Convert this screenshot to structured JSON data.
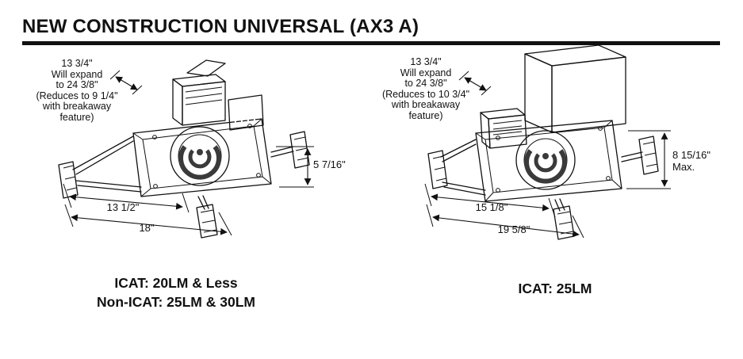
{
  "title": "NEW CONSTRUCTION UNIVERSAL (AX3 A)",
  "figures": {
    "left": {
      "note_lines": [
        "13 3/4\"",
        "Will expand",
        "to 24 3/8\"",
        "(Reduces to 9 1/4\"",
        "with breakaway",
        "feature)"
      ],
      "dim_height": "5 7/16\"",
      "dim_width_inner": "13 1/2\"",
      "dim_width_outer": "18\"",
      "caption_lines": [
        "ICAT: 20LM & Less",
        "Non-ICAT: 25LM & 30LM"
      ]
    },
    "right": {
      "note_lines": [
        "13 3/4\"",
        "Will expand",
        "to 24 3/8\"",
        "(Reduces to 10 3/4\"",
        "with breakaway",
        "feature)"
      ],
      "dim_height": "8 15/16\"",
      "dim_height_suffix": "Max.",
      "dim_width_inner": "15 1/8\"",
      "dim_width_outer": "19 5/8\"",
      "caption_lines": [
        "ICAT: 25LM"
      ]
    }
  }
}
